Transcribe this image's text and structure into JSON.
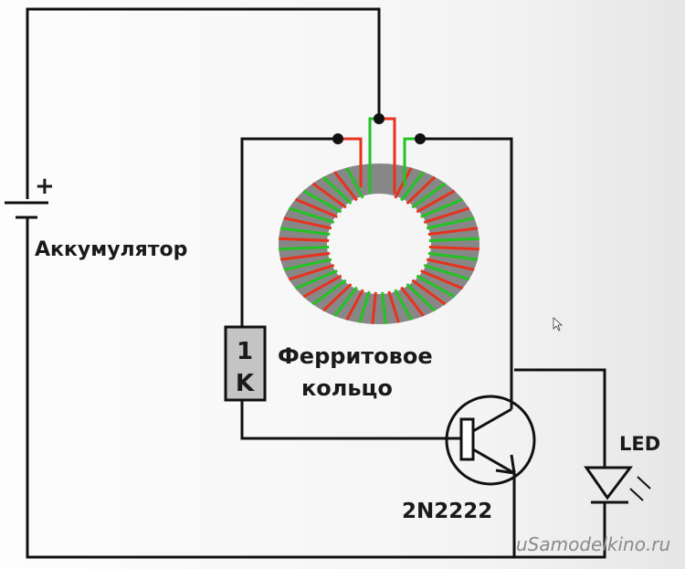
{
  "labels": {
    "battery_polarity": "+",
    "battery": "Аккумулятор",
    "resistor_line1": "1",
    "resistor_line2": "K",
    "ring_line1": "Ферритовое",
    "ring_line2": "кольцо",
    "transistor": "2N2222",
    "led": "LED",
    "watermark": "uSamodelkino.ru"
  },
  "colors": {
    "wire": "#111111",
    "winding_a": "#e8321e",
    "winding_b": "#22c322",
    "core": "#878787",
    "resistor_fill": "#c4c4c4"
  }
}
